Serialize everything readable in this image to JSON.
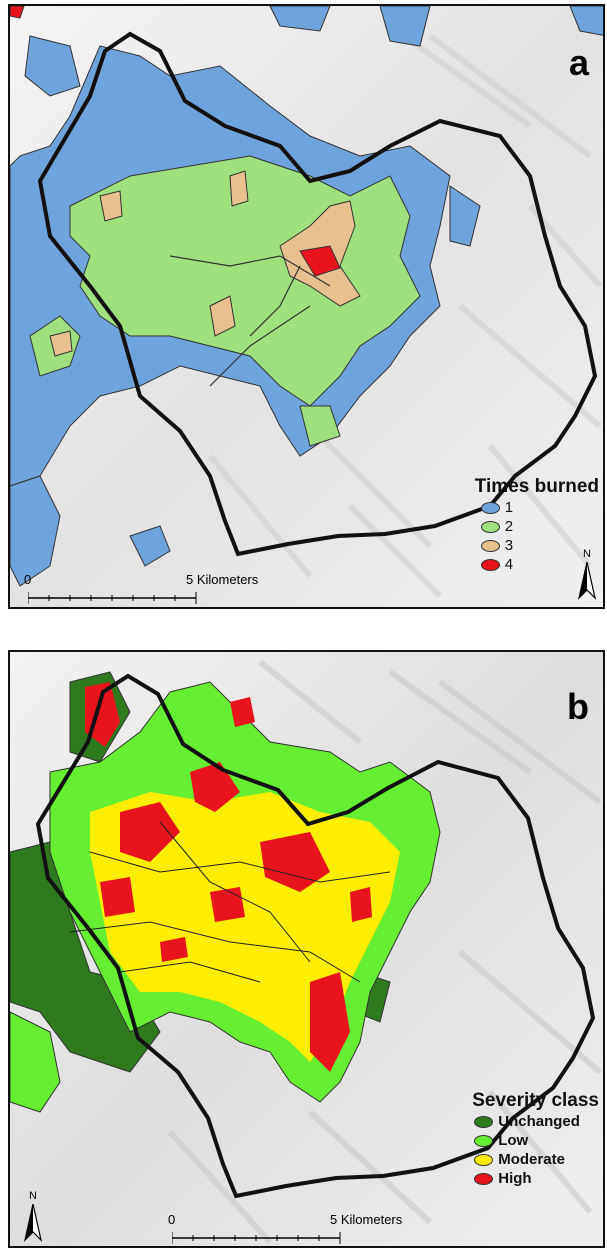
{
  "panel_a": {
    "label": "a",
    "legend": {
      "title": "Times burned",
      "items": [
        {
          "label": "1",
          "color": "#6fa3dc"
        },
        {
          "label": "2",
          "color": "#9ee07e"
        },
        {
          "label": "3",
          "color": "#e8c08f"
        },
        {
          "label": "4",
          "color": "#e8141d"
        }
      ]
    },
    "scale": {
      "start": "0",
      "end": "5 Kilometers"
    },
    "north": "N"
  },
  "panel_b": {
    "label": "b",
    "legend": {
      "title": "Severity class",
      "items": [
        {
          "label": "Unchanged",
          "color": "#2f7a1f"
        },
        {
          "label": "Low",
          "color": "#66ee33"
        },
        {
          "label": "Moderate",
          "color": "#ffee00"
        },
        {
          "label": "High",
          "color": "#e8141d"
        }
      ]
    },
    "scale": {
      "start": "0",
      "end": "5 Kilometers"
    },
    "north": "N"
  }
}
